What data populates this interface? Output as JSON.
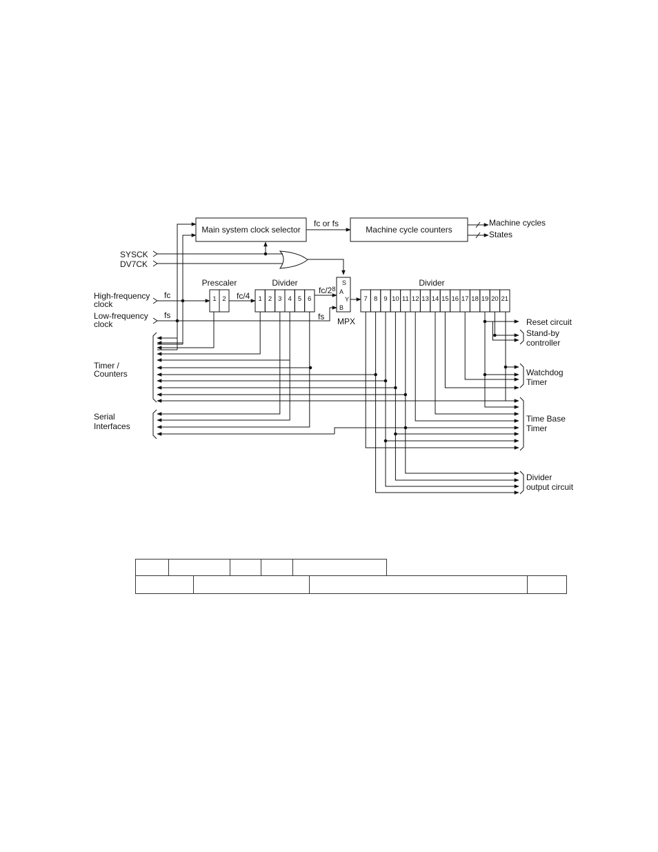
{
  "blocks": {
    "main_selector": "Main system clock selector",
    "machine_cycle_counters": "Machine cycle counters",
    "prescaler": "Prescaler",
    "divider_left": "Divider",
    "divider_right": "Divider",
    "mpx": "MPX",
    "mpx_pins": [
      "S",
      "A",
      "Y",
      "B"
    ]
  },
  "inputs": {
    "sysck": "SYSCK",
    "dv7ck": "DV7CK",
    "hf_line1": "High-frequency",
    "hf_line2": "clock",
    "lf_line1": "Low-frequency",
    "lf_line2": "clock"
  },
  "signals": {
    "fc_or_fs": "fc or fs",
    "fc": "fc",
    "fs": "fs",
    "fc4": "fc/4",
    "fc28": "fc/2",
    "fc28_exp": "8",
    "fs2": "fs"
  },
  "outputs": {
    "machine_cycles": "Machine cycles",
    "states": "States",
    "reset": "Reset circuit",
    "standby1": "Stand-by",
    "standby2": "controller",
    "watchdog1": "Watchdog",
    "watchdog2": "Timer",
    "timebase1": "Time Base",
    "timebase2": "Timer",
    "divout1": "Divider",
    "divout2": "output circuit",
    "timer1": "Timer /",
    "timer2": "Counters",
    "serial1": "Serial",
    "serial2": "Interfaces"
  },
  "prescaler_cells": [
    "1",
    "2"
  ],
  "divider_left_cells": [
    "1",
    "2",
    "3",
    "4",
    "5",
    "6"
  ],
  "divider_right_cells": [
    "7",
    "8",
    "9",
    "10",
    "11",
    "12",
    "13",
    "14",
    "15",
    "16",
    "17",
    "18",
    "19",
    "20",
    "21"
  ]
}
